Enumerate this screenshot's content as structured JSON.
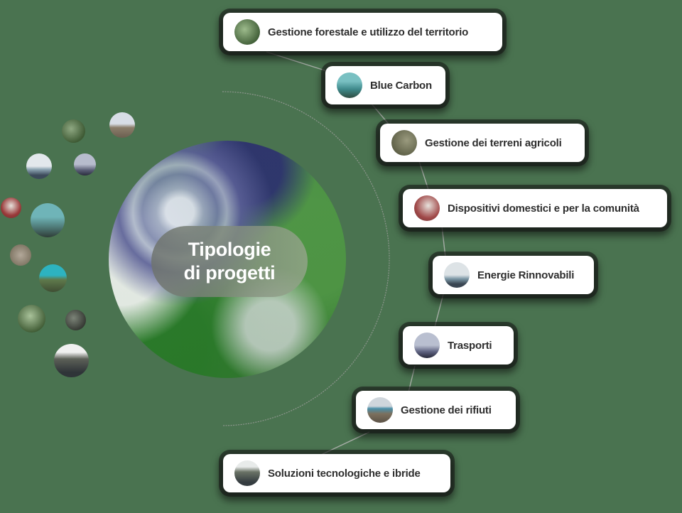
{
  "title": {
    "line1": "Tipologie",
    "line2": "di progetti"
  },
  "colors": {
    "background": "#4a7350",
    "card_bg": "#ffffff",
    "card_text": "#2e2e2e",
    "title_text": "#ffffff",
    "connector": "#9aa39a"
  },
  "categories": [
    {
      "label": "Gestione forestale e utilizzo del territorio",
      "icon": "forest-photo-icon"
    },
    {
      "label": "Blue Carbon",
      "icon": "seagrass-photo-icon"
    },
    {
      "label": "Gestione dei terreni agricoli",
      "icon": "farmland-photo-icon"
    },
    {
      "label": "Dispositivi domestici e per la comunità",
      "icon": "household-devices-photo-icon"
    },
    {
      "label": "Energie Rinnovabili",
      "icon": "wind-turbines-photo-icon"
    },
    {
      "label": "Trasporti",
      "icon": "bicycle-photo-icon"
    },
    {
      "label": "Gestione dei rifiuti",
      "icon": "waste-collection-photo-icon"
    },
    {
      "label": "Soluzioni tecnologiche e ibride",
      "icon": "technology-hybrid-photo-icon"
    }
  ]
}
